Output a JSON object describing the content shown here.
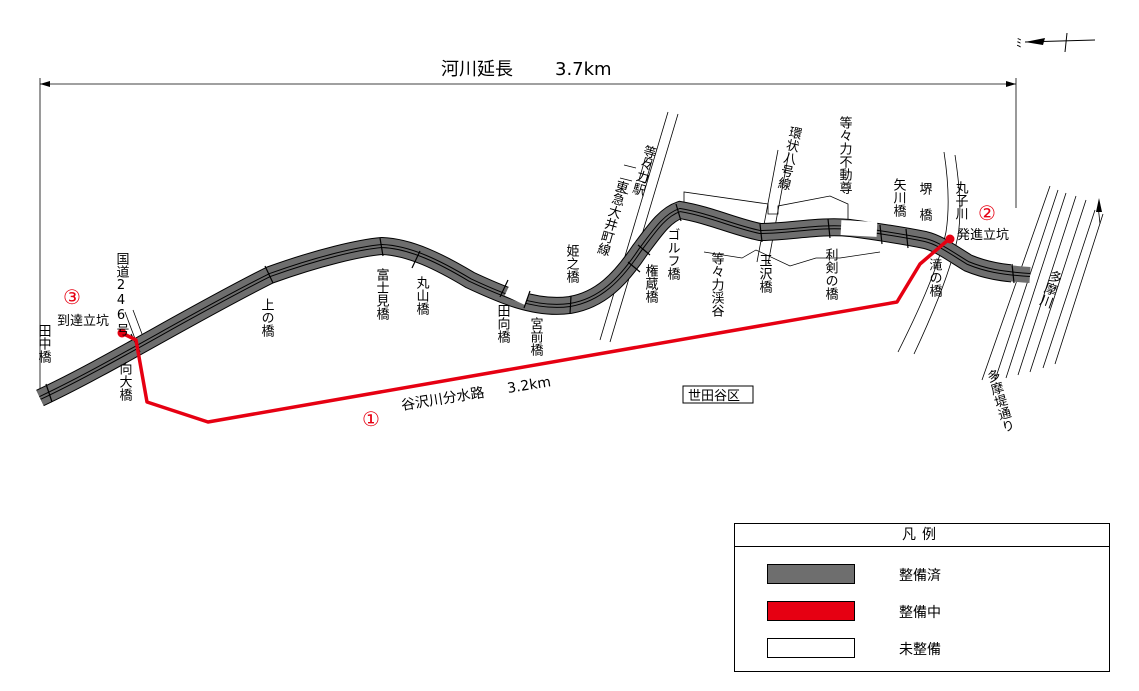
{
  "title": {
    "label": "河川延長",
    "value": "3.7km"
  },
  "tunnel": {
    "number": "①",
    "label": "谷沢川分水路",
    "length": "3.2km"
  },
  "shafts": [
    {
      "number": "②",
      "name": "丸子川",
      "name2": "発進立坑"
    },
    {
      "number": "③",
      "name": "到達立坑"
    }
  ],
  "district": "世田谷区",
  "places": {
    "kokudo": "国道246号",
    "tamagawa": "多摩川",
    "tamatei": "多摩堤通り",
    "todoroki_st": "等々力駅",
    "toyoko": "東急大井町線",
    "kanpachi": "環状八号線",
    "fudoson": "等々力不動尊",
    "keikoku": "等々力渓谷"
  },
  "bridges": {
    "tanaka": "田中橋",
    "mukaiohashi": "向大橋",
    "uenohashi": "上の橋",
    "fujimi": "富士見橋",
    "maruyama": "丸山橋",
    "tamukai": "田向橋",
    "miyamae": "宮前橋",
    "himenohashi": "姫之橋",
    "gonzo": "権蔵橋",
    "golf": "ゴルフ橋",
    "tamazawa": "玉沢橋",
    "riken": "利剣の橋",
    "yagawa": "矢川橋",
    "sakai": "堺　橋",
    "takinohashi": "滝の橋"
  },
  "legend": {
    "title": "凡例",
    "items": [
      {
        "label": "整備済",
        "color": "#6e6e6e"
      },
      {
        "label": "整備中",
        "color": "#e60012"
      },
      {
        "label": "未整備",
        "color": "#ffffff"
      }
    ]
  },
  "colors": {
    "river_done": "#6e6e6e",
    "tunnel": "#e60012"
  }
}
